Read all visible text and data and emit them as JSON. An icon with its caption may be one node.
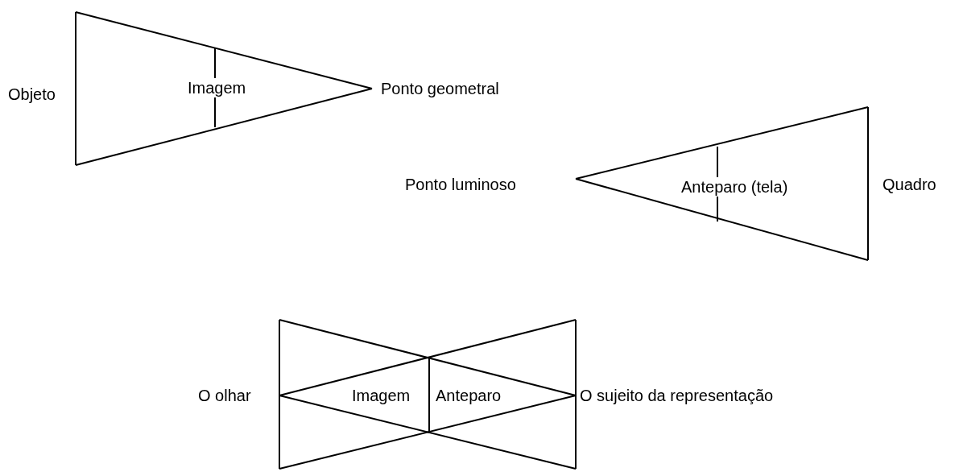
{
  "diagram": {
    "labels": [
      "Objeto",
      "Imagem",
      "Ponto geometral",
      "Ponto luminoso",
      "Anteparo (tela)",
      "Quadro",
      "O olhar",
      "Imagem",
      "Anteparo",
      "O sujeito da representação"
    ]
  }
}
